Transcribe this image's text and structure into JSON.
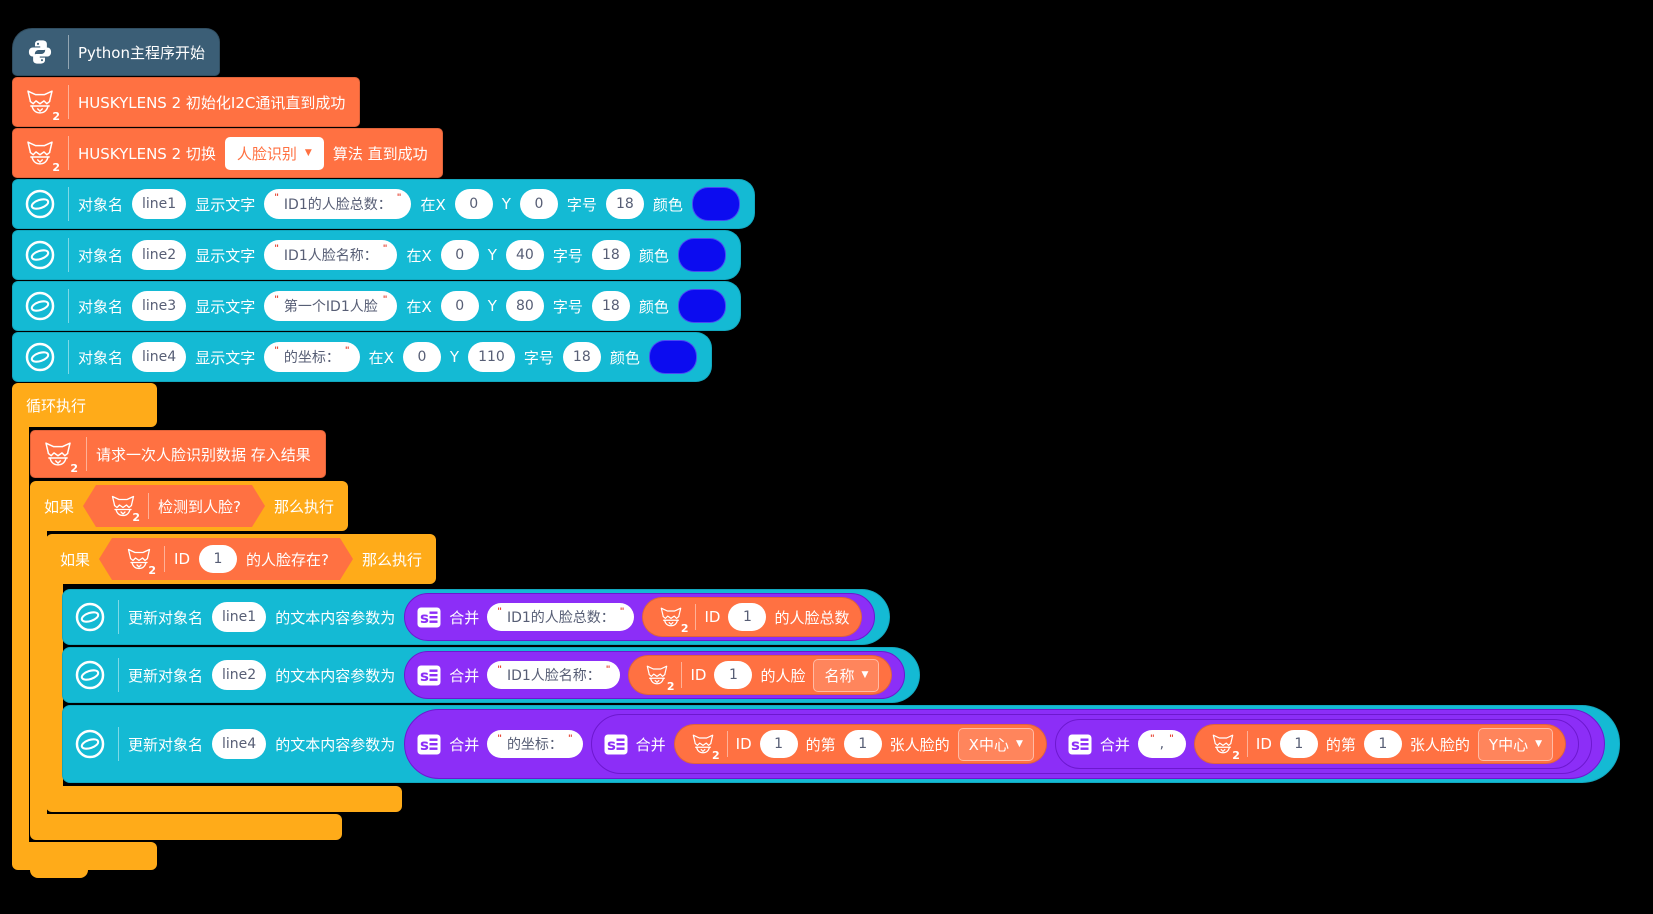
{
  "ui": {
    "quote": "\"",
    "caret": "▼",
    "husky_sub": "2"
  },
  "colors": {
    "background": "#000000",
    "hat_block": "#3B5E76",
    "huskylens_block": "#FF7142",
    "display_block": "#14BAD4",
    "control_block": "#FFAB19",
    "join_block": "#8C2EF7",
    "color_swatch": "#0C0CF0",
    "field_text": "#575E75",
    "quote_mark": "#E5402E"
  },
  "labels": {
    "obj": "对象名",
    "show": "显示文字",
    "atx": "在X",
    "y": "Y",
    "size": "字号",
    "color": "颜色",
    "update_prefix": "更新对象名",
    "update_suffix": "的文本内容参数为",
    "join": "合并",
    "id": "ID",
    "nth": "的第",
    "faces_of": "张人脸的"
  },
  "start": {
    "title": "Python主程序开始"
  },
  "husky_init": {
    "label": "HUSKYLENS 2 初始化I2C通讯直到成功"
  },
  "husky_switch": {
    "prefix": "HUSKYLENS 2 切换",
    "algorithm": "人脸识别",
    "suffix": "算法 直到成功"
  },
  "display_rows": [
    {
      "obj": "line1",
      "text": "ID1的人脸总数：",
      "x": "0",
      "y": "0",
      "size": "18"
    },
    {
      "obj": "line2",
      "text": "ID1人脸名称：",
      "x": "0",
      "y": "40",
      "size": "18"
    },
    {
      "obj": "line3",
      "text": "第一个ID1人脸",
      "x": "0",
      "y": "80",
      "size": "18"
    },
    {
      "obj": "line4",
      "text": "的坐标：",
      "x": "0",
      "y": "110",
      "size": "18"
    }
  ],
  "loop": {
    "label": "循环执行"
  },
  "request": {
    "label": "请求一次人脸识别数据 存入结果"
  },
  "if_face": {
    "if": "如果",
    "cond": "检测到人脸?",
    "then": "那么执行"
  },
  "if_id": {
    "if": "如果",
    "id": "1",
    "cond": "的人脸存在?",
    "then": "那么执行"
  },
  "update1": {
    "obj": "line1",
    "text": "ID1的人脸总数：",
    "rep": {
      "id": "1",
      "suffix": "的人脸总数"
    }
  },
  "update2": {
    "obj": "line2",
    "text": "ID1人脸名称：",
    "rep": {
      "id": "1",
      "suffix": "的人脸",
      "dd": "名称"
    }
  },
  "update4": {
    "obj": "line4",
    "text": "的坐标：",
    "x_rep": {
      "id": "1",
      "idx": "1",
      "dd": "X中心"
    },
    "comma": ",",
    "y_rep": {
      "id": "1",
      "idx": "1",
      "dd": "Y中心"
    }
  }
}
